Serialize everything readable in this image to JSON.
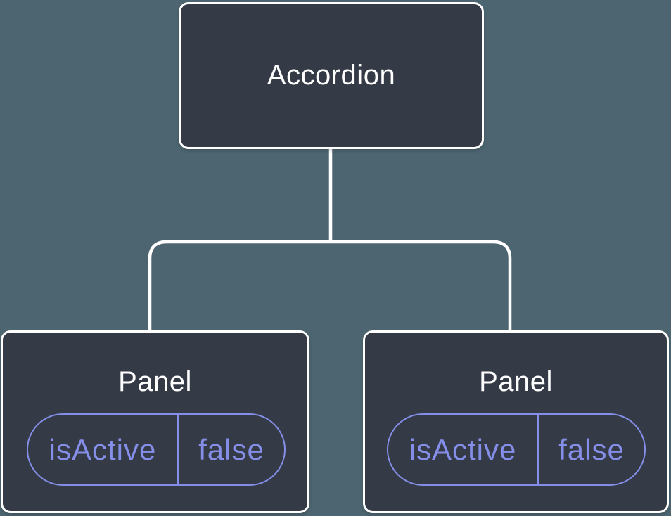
{
  "diagram": {
    "root": {
      "label": "Accordion"
    },
    "children": [
      {
        "label": "Panel",
        "state": {
          "key": "isActive",
          "value": "false"
        }
      },
      {
        "label": "Panel",
        "state": {
          "key": "isActive",
          "value": "false"
        }
      }
    ]
  },
  "colors": {
    "background": "#4d6570",
    "node_fill": "#343a46",
    "node_border": "#ffffff",
    "state_accent": "#858ee8",
    "label_text": "#ffffff"
  }
}
